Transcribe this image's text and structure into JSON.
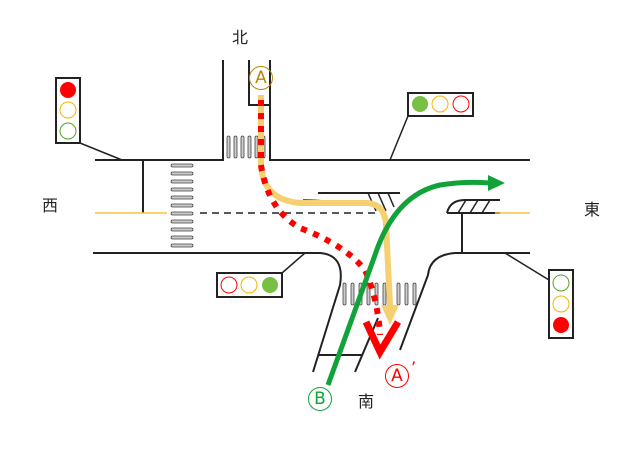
{
  "directions": {
    "north": "北",
    "south": "南",
    "east": "東",
    "west": "西"
  },
  "markers": {
    "a": "A",
    "a_prime": "A",
    "a_prime_mark": "’",
    "b": "B"
  },
  "colors": {
    "red": "#ff0000",
    "yellow": "#f5c542",
    "green": "#11a33a",
    "light_green": "#77c043",
    "gold": "#b8860b"
  },
  "signals": {
    "west": "red",
    "north": "green",
    "south": "green",
    "east": "red"
  }
}
